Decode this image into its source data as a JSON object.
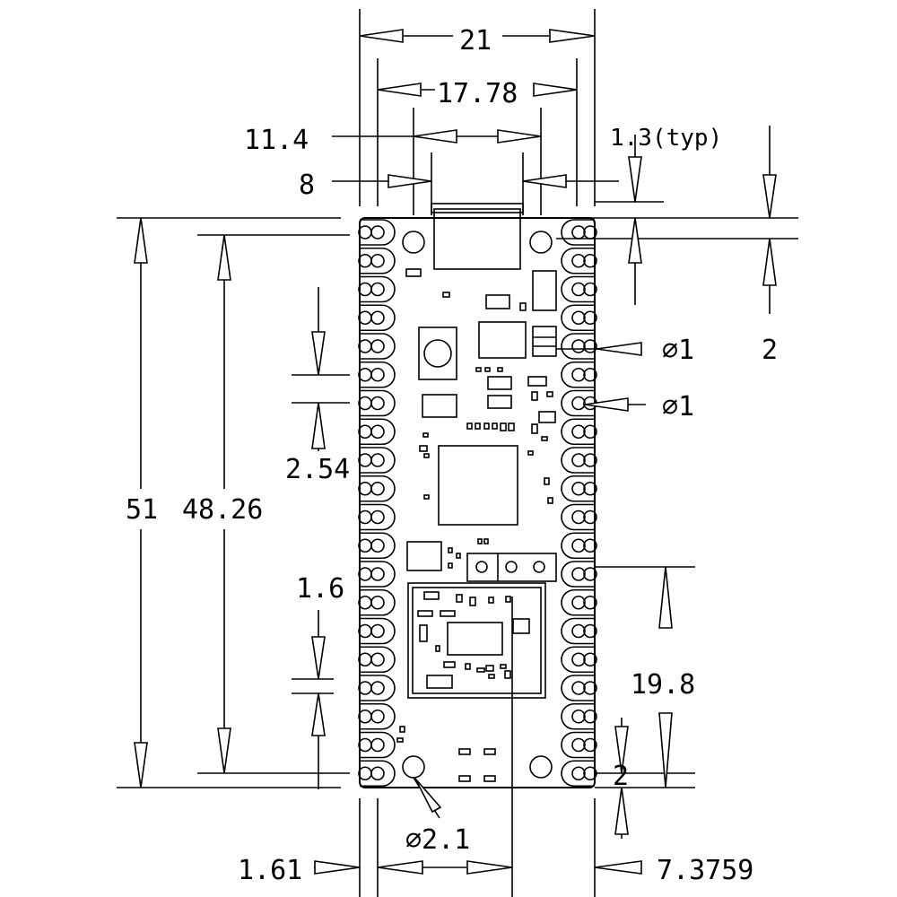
{
  "dimensions": {
    "width_overall": "21",
    "pin_row_spacing": "17.78",
    "mount_hole_spacing": "11.4",
    "usb_width": "8",
    "usb_overhang": "1.3(typ)",
    "hole_offset_top": "2",
    "pin_hole_dia_1": "∅1",
    "pin_hole_dia_2": "∅1",
    "pin_pitch": "2.54",
    "length_overall": "51",
    "hole_spacing_vertical": "48.26",
    "castellation": "1.6",
    "shield_offset": "19.8",
    "hole_offset_bottom": "2",
    "mount_hole_dia": "∅2.1",
    "pin_edge_offset": "1.61",
    "antenna_offset": "7.3759"
  },
  "colors": {
    "line": "#000000",
    "background": "#ffffff"
  }
}
